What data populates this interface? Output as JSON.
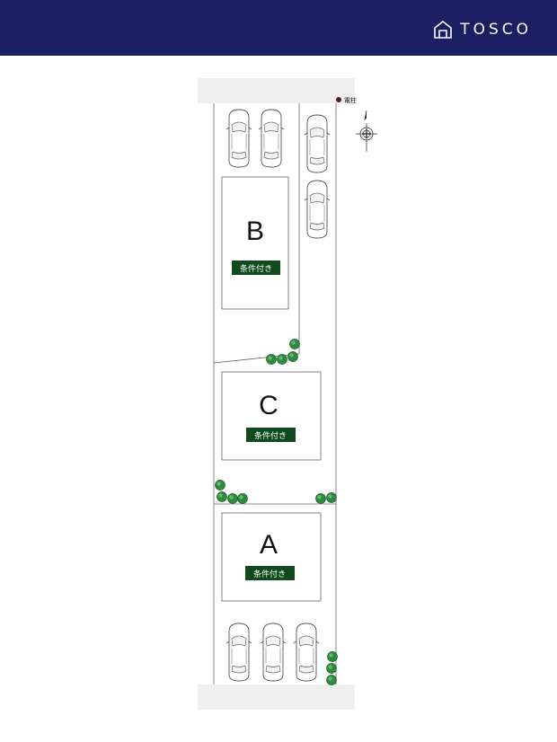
{
  "header": {
    "brand_name": "TOSCO",
    "background_color": "#1b1f63",
    "logo_icon": "house-outline-icon"
  },
  "plan": {
    "utility_pole_label": "電柱",
    "compass_icon": "north-arrow-compass-icon",
    "tree_color": "#2e8b3e",
    "tag_color": "#0f4a1c",
    "lots": [
      {
        "letter": "B",
        "tag": "条件付き"
      },
      {
        "letter": "C",
        "tag": "条件付き"
      },
      {
        "letter": "A",
        "tag": "条件付き"
      }
    ]
  }
}
